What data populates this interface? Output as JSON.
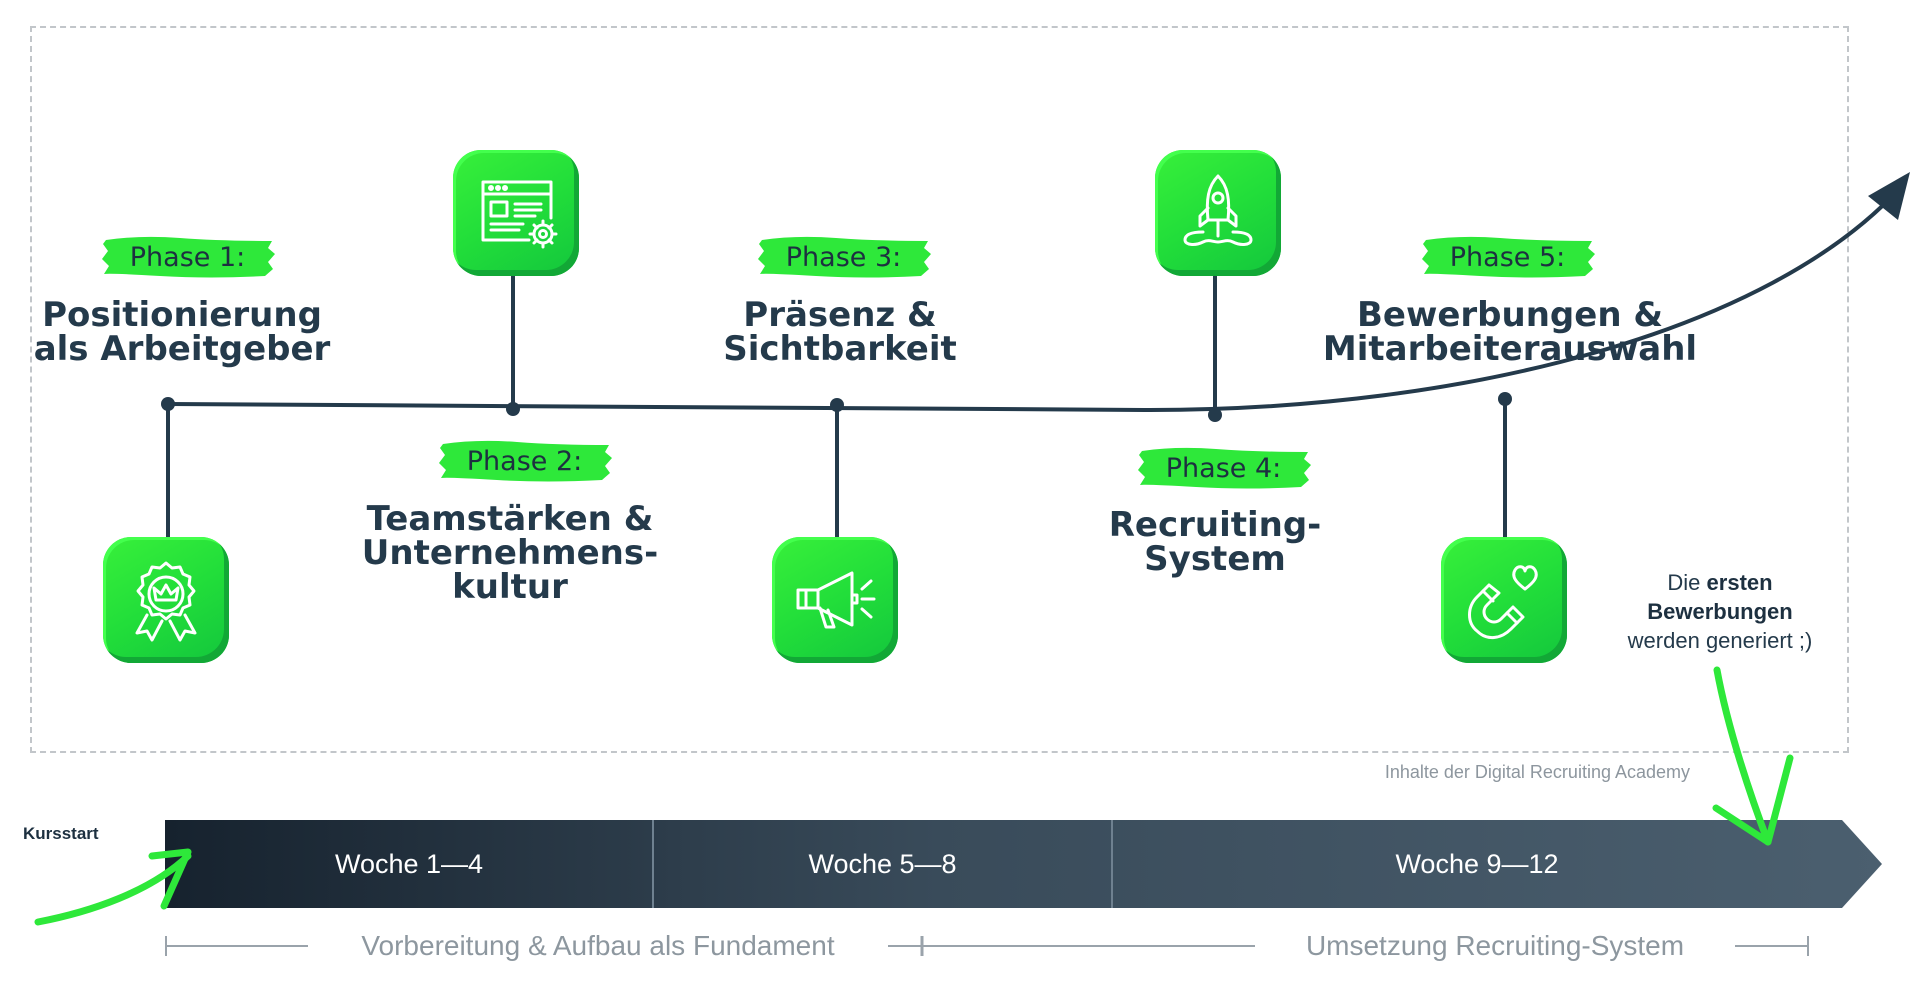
{
  "phases": [
    {
      "tag": "Phase 1:",
      "title_lines": [
        "Positionierung",
        "als Arbeitgeber"
      ],
      "icon": "award-badge-icon"
    },
    {
      "tag": "Phase 2:",
      "title_lines": [
        "Teamstärken &",
        "Unternehmens-",
        "kultur"
      ],
      "icon": "browser-settings-icon"
    },
    {
      "tag": "Phase 3:",
      "title_lines": [
        "Präsenz &",
        "Sichtbarkeit"
      ],
      "icon": "megaphone-icon"
    },
    {
      "tag": "Phase 4:",
      "title_lines": [
        "Recruiting-",
        "System"
      ],
      "icon": "rocket-icon"
    },
    {
      "tag": "Phase 5:",
      "title_lines": [
        "Bewerbungen &",
        "Mitarbeiterauswahl"
      ],
      "icon": "magnet-heart-icon"
    }
  ],
  "note": {
    "pre": "Die ",
    "bold_1": "ersten",
    "bold_2": "Bewerbungen",
    "post": "werden generiert ;)"
  },
  "credit": "Inhalte der Digital Recruiting Academy",
  "kursstart": "Kursstart",
  "weeks": [
    "Woche 1—4",
    "Woche 5—8",
    "Woche 9—12"
  ],
  "ranges": [
    "Vorbereitung & Aufbau als Fundament",
    "Umsetzung Recruiting-System"
  ],
  "colors": {
    "accent_green": "#2ee83a",
    "dark_navy": "#243a4b",
    "bar_start": "#16222e",
    "bar_end": "#4b5f6f"
  }
}
